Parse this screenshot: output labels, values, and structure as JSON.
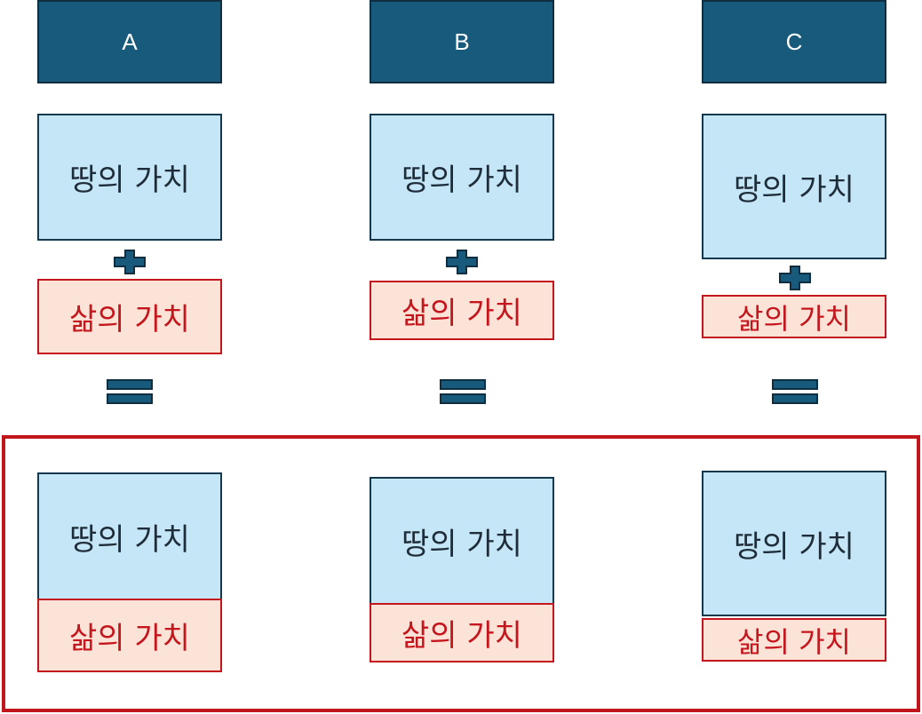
{
  "columns": [
    {
      "header": "A",
      "land_label": "땅의 가치",
      "life_label": "삶의 가치",
      "result_land_label": "땅의 가치",
      "result_life_label": "삶의 가치"
    },
    {
      "header": "B",
      "land_label": "땅의 가치",
      "life_label": "삶의 가치",
      "result_land_label": "땅의 가치",
      "result_life_label": "삶의 가치"
    },
    {
      "header": "C",
      "land_label": "땅의 가치",
      "life_label": "삶의 가치",
      "result_land_label": "땅의 가치",
      "result_life_label": "삶의 가치"
    }
  ],
  "colors": {
    "header_fill": "#175a7c",
    "land_fill": "#c5e6f6",
    "land_border": "#16384c",
    "life_fill": "#fce3d8",
    "life_accent": "#c4161c",
    "operator_fill": "#175a7c",
    "frame_border": "#c0161c"
  },
  "icons": {
    "plus": "plus-icon",
    "equals": "equals-icon"
  }
}
